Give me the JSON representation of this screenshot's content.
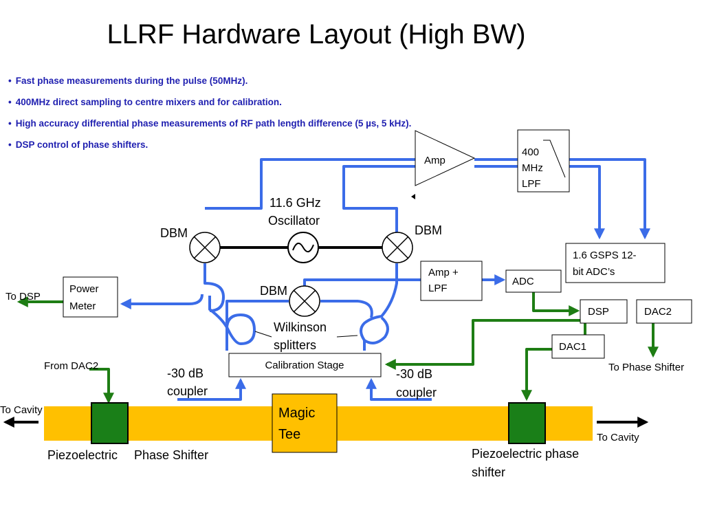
{
  "title": "LLRF Hardware Layout (High BW)",
  "bullets": [
    "Fast phase measurements during the pulse (50MHz).",
    "400MHz direct sampling to centre mixers and for calibration.",
    "High accuracy differential phase measurements of RF path length difference (5 µs, 5 kHz).",
    "DSP control of phase shifters."
  ],
  "labels": {
    "amp": "Amp",
    "lpf": [
      "400",
      "MHz",
      "LPF"
    ],
    "oscillator": [
      "11.6 GHz",
      "Oscillator"
    ],
    "dbm_left": "DBM",
    "dbm_right": "DBM",
    "dbm_mid": "DBM",
    "adc_fast": [
      "1.6 GSPS 12-",
      "bit ADC’s"
    ],
    "amp_lpf": [
      "Amp +",
      "LPF"
    ],
    "adc": "ADC",
    "dsp": "DSP",
    "dac2": "DAC2",
    "dac1": "DAC1",
    "power_meter": [
      "Power",
      "Meter"
    ],
    "to_dsp": "To DSP",
    "wilkinson": [
      "Wilkinson",
      "splitters"
    ],
    "calibration": "Calibration Stage",
    "coupler_left": [
      "-30 dB",
      "coupler"
    ],
    "coupler_right": [
      "-30 dB",
      "coupler"
    ],
    "from_dac2": "From DAC2",
    "to_phase_shifter": "To Phase Shifter",
    "magic_tee": [
      "Magic",
      "Tee"
    ],
    "to_cavity_left": "To Cavity",
    "to_cavity_right": "To Cavity",
    "piezo_left_a": "Piezoelectric",
    "piezo_left_b": "Phase Shifter",
    "piezo_right": [
      "Piezoelectric phase",
      "shifter"
    ]
  },
  "colors": {
    "blue_path": "#3b6ce8",
    "green_path": "#1e7d14",
    "waveguide": "#ffc000",
    "shifter": "#1a7f18",
    "bullet_text": "#1f1fb0"
  }
}
